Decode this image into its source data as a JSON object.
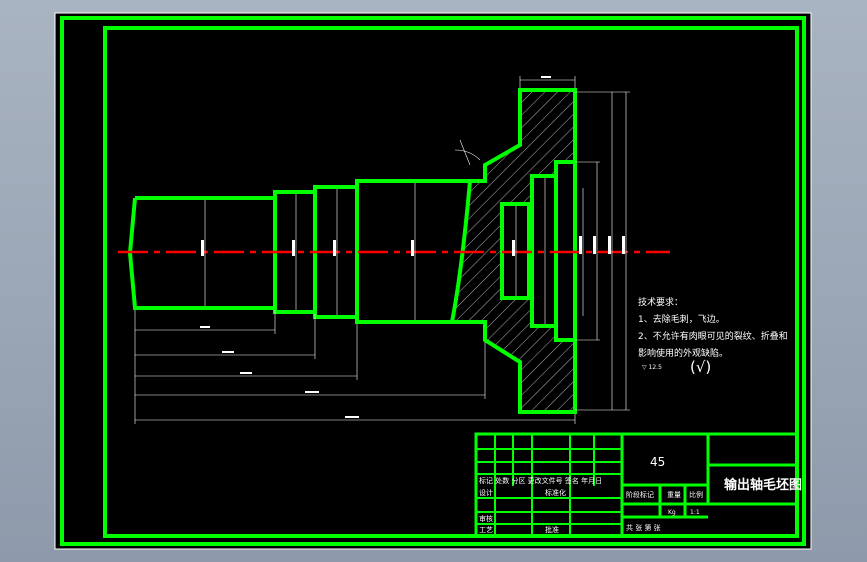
{
  "drawing": {
    "title": "输出轴毛坯图",
    "material": "45",
    "scale": "1:1",
    "weight_unit": "Kg"
  },
  "tech_requirements": {
    "heading": "技术要求：",
    "line1": "1、去除毛刺，飞边。",
    "line2": "2、不允许有肉眼可见的裂纹、折叠和",
    "line3": "影响使用的外观缺陷。",
    "roughness": "▽ 12.5",
    "check_mark": "(√)"
  },
  "title_block": {
    "revision_header": "标记 处数 分区 更改文件号 签名 年月日",
    "design": "设计",
    "standardize": "标准化",
    "stage_mark": "阶段标记",
    "weight": "重量",
    "ratio": "比例",
    "review": "审核",
    "process": "工艺",
    "approve": "批准",
    "sheets": "共 张 第 张"
  },
  "colors": {
    "border": "#00ff00",
    "background": "#000000",
    "centerline": "#ff0000",
    "dimension": "#ffffff"
  }
}
